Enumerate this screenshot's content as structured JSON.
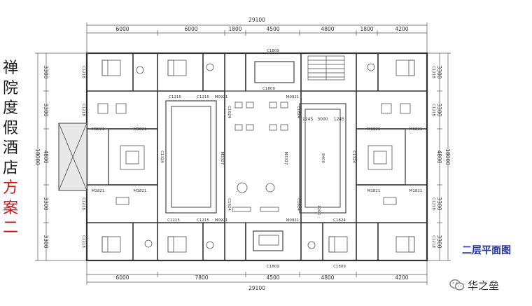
{
  "title_chars": [
    "禅",
    "院",
    "度",
    "假",
    "酒",
    "店",
    "方",
    "案",
    "二"
  ],
  "accent_color": "#d21414",
  "plan_label": "二层平面图",
  "plan_label_color": "#2233aa",
  "brand": {
    "icon": "wechat-icon",
    "name": "华之垒"
  },
  "dims": {
    "top_total": "29100",
    "top": [
      "6000",
      "6000",
      "1800",
      "4500",
      "4800",
      "1800",
      "4200"
    ],
    "bottom_total": "29100",
    "bottom": [
      "6000",
      "7800",
      "4500",
      "4800",
      "4200"
    ],
    "left_total": "18000",
    "left": [
      "3300",
      "3300",
      "4800",
      "3300",
      "3300"
    ],
    "right_total": "18000",
    "right": [
      "3300",
      "3300",
      "4800",
      "3300",
      "3300"
    ],
    "inner": [
      "1245",
      "3000",
      "1245"
    ]
  },
  "tags": {
    "c1809": "C1809",
    "c1215": "C1215",
    "c1218": "C1218",
    "c1824": "C1824",
    "c1624": "C1624",
    "c1324": "C1324",
    "m1821": "M1821",
    "m0921": "M0921",
    "m3327": "M3327",
    "c8400": "8400",
    "c1200": "1200"
  }
}
